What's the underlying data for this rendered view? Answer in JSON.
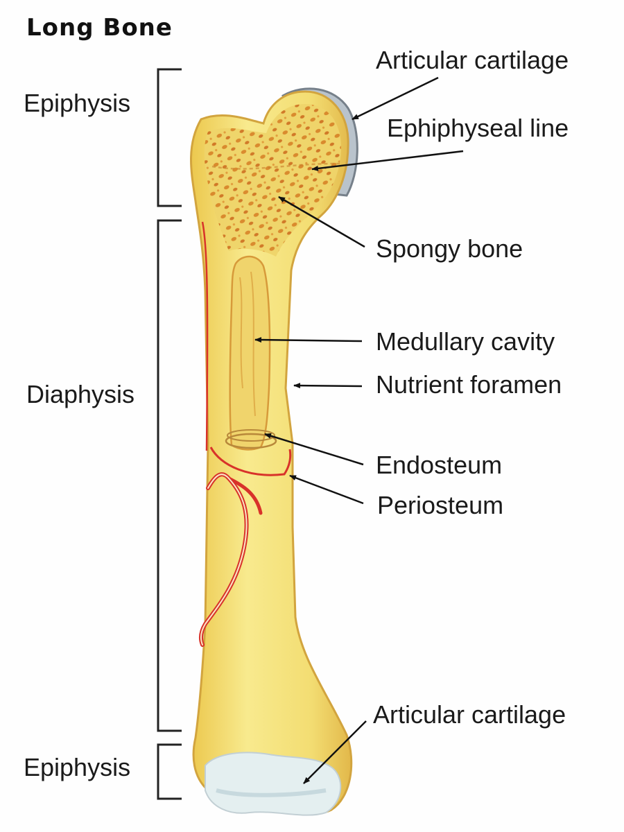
{
  "title": "Long Bone",
  "regions": {
    "epiphysis_top": "Epiphysis",
    "diaphysis": "Diaphysis",
    "epiphysis_bottom": "Epiphysis"
  },
  "labels": {
    "articular_cartilage_top": "Articular cartilage",
    "epiphyseal_line": "Ephiphyseal line",
    "spongy_bone": "Spongy bone",
    "medullary_cavity": "Medullary cavity",
    "nutrient_foramen": "Nutrient foramen",
    "endosteum": "Endosteum",
    "periosteum": "Periosteum",
    "articular_cartilage_bottom": "Articular cartilage"
  },
  "colors": {
    "bone": "#f4e37a",
    "bone_edge": "#d9b64a",
    "spongy_dots": "#d8862a",
    "vessel": "#d8322a",
    "cartilage": "#e4eff0",
    "cartilage_rim": "#8c98a4"
  }
}
